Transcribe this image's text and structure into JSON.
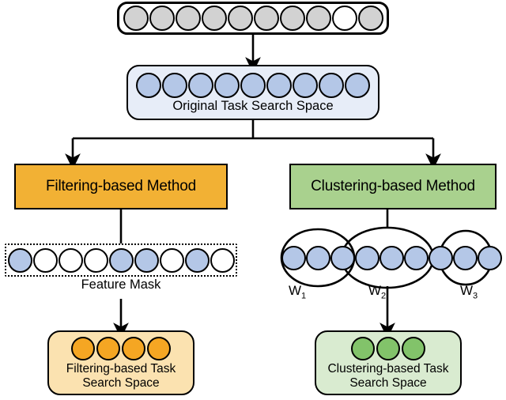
{
  "figure": {
    "type": "flow-diagram",
    "title": "Filtering-based and Clustering-based task search space construction"
  },
  "colors": {
    "gray_dot": "#D2D2D2",
    "blue_dot": "#B4C7E7",
    "blue_panel": "#E7EDF8",
    "orange_box": "#F2B134",
    "green_box": "#A9D18E",
    "orange_dot": "#F5A623",
    "green_dot": "#82C36A",
    "orange_panel": "#FBE2B0",
    "green_panel": "#D9EBD0",
    "white": "#FFFFFF",
    "outline": "#000000"
  },
  "nodes": {
    "source_space": {
      "name": "source-search-space",
      "label": "",
      "dot_count": 10,
      "dot_fills": [
        "gray",
        "gray",
        "gray",
        "gray",
        "gray",
        "gray",
        "gray",
        "gray",
        "white",
        "gray"
      ]
    },
    "original_space": {
      "name": "original-task-search-space",
      "label": "Original Task Search Space",
      "dot_count": 9,
      "dot_fills": [
        "blue",
        "blue",
        "blue",
        "blue",
        "blue",
        "blue",
        "blue",
        "blue",
        "blue"
      ]
    },
    "filtering_method": {
      "name": "filtering-based-method",
      "label": "Filtering-based Method"
    },
    "clustering_method": {
      "name": "clustering-based-method",
      "label": "Clustering-based Method"
    },
    "feature_mask": {
      "name": "feature-mask",
      "label": "Feature Mask",
      "dot_count": 9,
      "dot_fills": [
        "blue",
        "white",
        "white",
        "white",
        "blue",
        "blue",
        "white",
        "blue",
        "white"
      ]
    },
    "cluster_group": {
      "name": "cluster-groups",
      "dot_count": 9,
      "dot_fills": [
        "blue",
        "blue",
        "blue",
        "blue",
        "blue",
        "blue",
        "blue",
        "blue",
        "blue"
      ],
      "groups": [
        {
          "label": "W",
          "sub": "1",
          "size": 3
        },
        {
          "label": "W",
          "sub": "2",
          "size": 4
        },
        {
          "label": "W",
          "sub": "3",
          "size": 2
        }
      ]
    },
    "filtering_result": {
      "name": "filtering-based-task-search-space",
      "label_line1": "Filtering-based Task",
      "label_line2": "Search Space",
      "dot_count": 4,
      "dot_fill": "orange"
    },
    "clustering_result": {
      "name": "clustering-based-task-search-space",
      "label_line1": "Clustering-based Task",
      "label_line2": "Search Space",
      "dot_count": 3,
      "dot_fill": "green"
    }
  },
  "edges": [
    {
      "from": "source_space",
      "to": "original_space",
      "arrow": true
    },
    {
      "from": "original_space",
      "to": "filtering_method",
      "arrow": true
    },
    {
      "from": "original_space",
      "to": "clustering_method",
      "arrow": true
    },
    {
      "from": "filtering_method",
      "to": "feature_mask",
      "arrow": false
    },
    {
      "from": "feature_mask",
      "to": "filtering_result",
      "arrow": true
    },
    {
      "from": "clustering_method",
      "to": "cluster_group",
      "arrow": false
    },
    {
      "from": "cluster_group",
      "to": "clustering_result",
      "arrow": true
    }
  ]
}
